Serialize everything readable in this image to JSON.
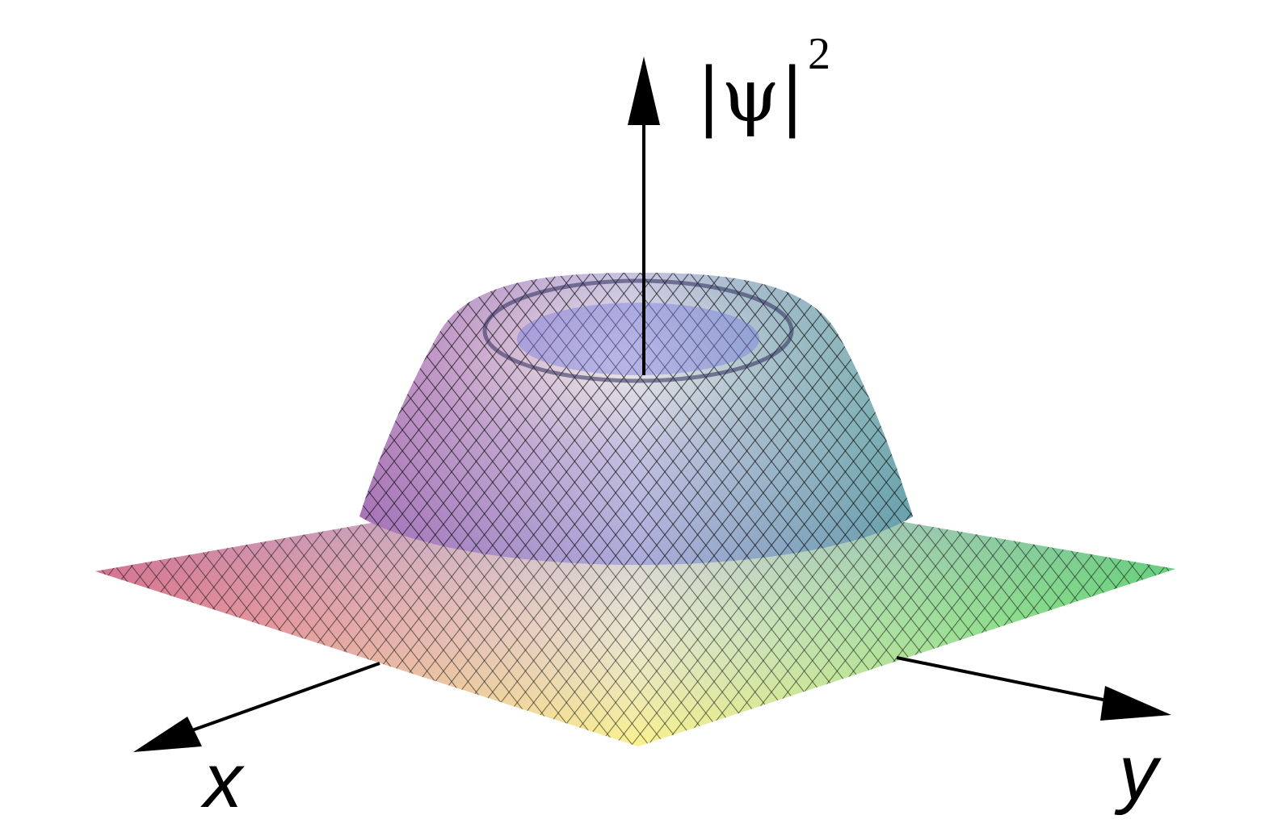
{
  "labels": {
    "z_axis": "|ψ|",
    "z_exponent": "2",
    "x_axis": "x",
    "y_axis": "y"
  },
  "surface": {
    "description_shape": "ring-shaped density (vortex / annulus)",
    "colors": {
      "left_corner": "#e8505a",
      "right_corner": "#3ee03a",
      "front_corner": "#fff25a",
      "top": "#8a8cf0",
      "mesh": "#111111"
    }
  }
}
